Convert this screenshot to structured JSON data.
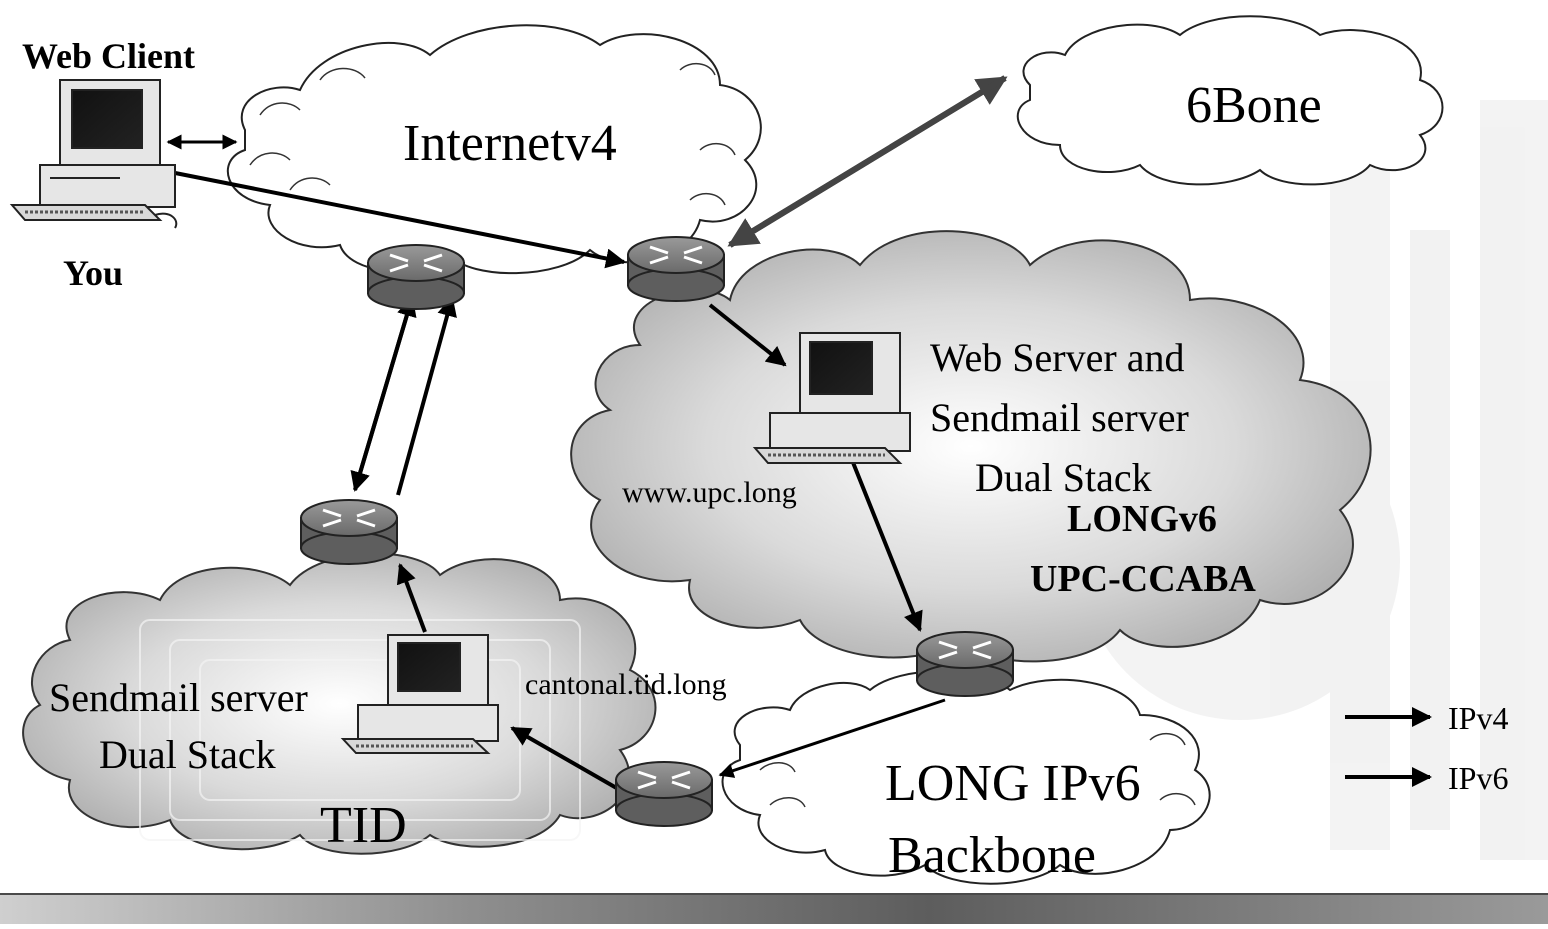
{
  "labels": {
    "web_client": "Web Client",
    "you": "You",
    "internetv4": "Internetv4",
    "sixbone": "6Bone",
    "web_server_line1": "Web Server and",
    "web_server_line2": "Sendmail server",
    "web_server_line3": "Dual Stack",
    "www_host": "www.upc.long",
    "longv6": "LONGv6",
    "upc_ccaba": "UPC-CCABA",
    "cantonal_host": "cantonal.tid.long",
    "sendmail_line1": "Sendmail server",
    "sendmail_line2": "Dual Stack",
    "tid": "TID",
    "long_ipv6_line1": "LONG IPv6",
    "long_ipv6_line2": "Backbone"
  },
  "legend": {
    "ipv4": "IPv4",
    "ipv6": "IPv6"
  },
  "colors": {
    "router_body": "#6e6e6e",
    "router_top": "#8a8a8a",
    "cloud_gray": "#bdbdbd",
    "arrow_dark": "#000000",
    "arrow_gray": "#444444"
  }
}
